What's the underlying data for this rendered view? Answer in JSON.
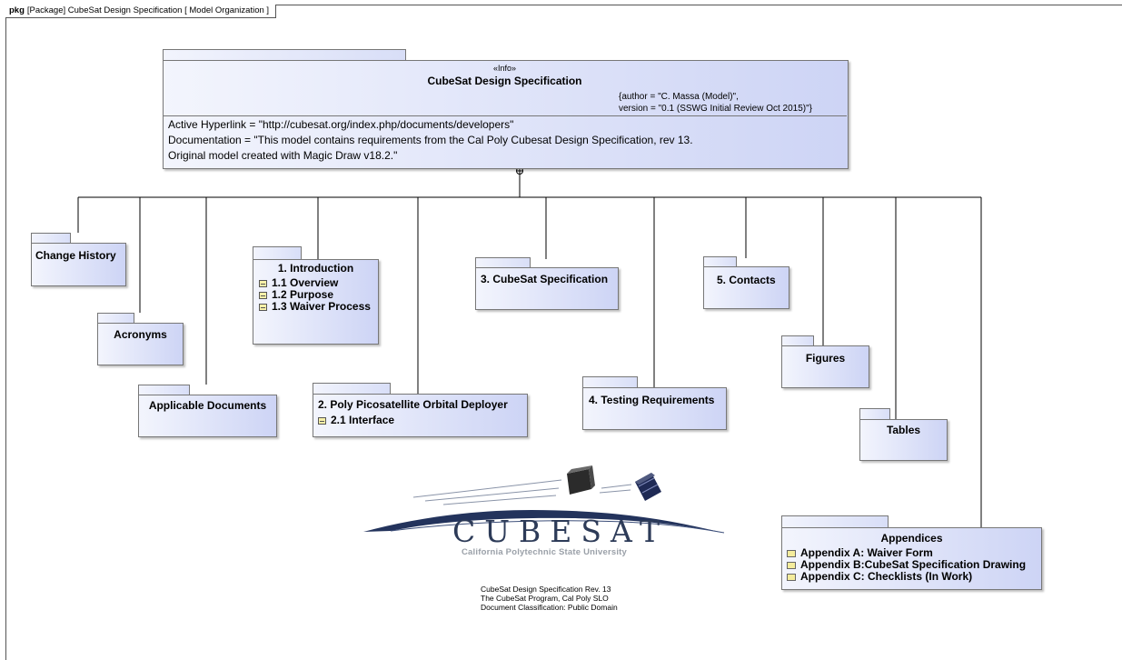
{
  "frame": {
    "kind": "pkg",
    "label": "[Package] CubeSat Design Specification [ Model Organization ]"
  },
  "info_block": {
    "stereotype": "«Info»",
    "title": "CubeSat Design Specification",
    "tag_author": "{author = \"C. Massa (Model)\",",
    "tag_version": "version = \"0.1 (SSWG Initial Review Oct 2015)\"}",
    "hyperlink": "Active Hyperlink = \"http://cubesat.org/index.php/documents/developers\"",
    "documentation_1": "Documentation = \"This model contains requirements from the Cal Poly Cubesat Design Specification, rev 13.",
    "documentation_2": "Original model created with Magic Draw v18.2.\""
  },
  "packages": {
    "change_history": {
      "title": "Change History"
    },
    "acronyms": {
      "title": "Acronyms"
    },
    "applicable_documents": {
      "title": "Applicable Documents"
    },
    "introduction": {
      "title": "1. Introduction",
      "items": [
        "1.1 Overview",
        "1.2 Purpose",
        "1.3 Waiver Process"
      ]
    },
    "deployer": {
      "title": "2. Poly Picosatellite Orbital Deployer",
      "items": [
        "2.1 Interface"
      ]
    },
    "specification": {
      "title": "3. CubeSat Specification"
    },
    "testing": {
      "title": "4. Testing Requirements"
    },
    "contacts": {
      "title": "5. Contacts"
    },
    "figures": {
      "title": "Figures"
    },
    "tables": {
      "title": "Tables"
    },
    "appendices": {
      "title": "Appendices",
      "items": [
        "Appendix A: Waiver Form",
        "Appendix B:CubeSat Specification Drawing",
        "Appendix C: Checklists (In Work)"
      ]
    }
  },
  "logo": {
    "wordmark": "CUBESAT",
    "subtitle": "California Polytechnic State University",
    "colors": {
      "navy": "#2d3b58",
      "gray": "#9aa0a8"
    }
  },
  "caption": {
    "line1": "CubeSat Design Specification Rev. 13",
    "line2": "The CubeSat Program, Cal Poly SLO",
    "line3": "Document Classification: Public Domain"
  },
  "colors": {
    "package_fill_light": "#f3f5fd",
    "package_fill_dark": "#cdd4f5",
    "folder": "#f4ec9c"
  }
}
